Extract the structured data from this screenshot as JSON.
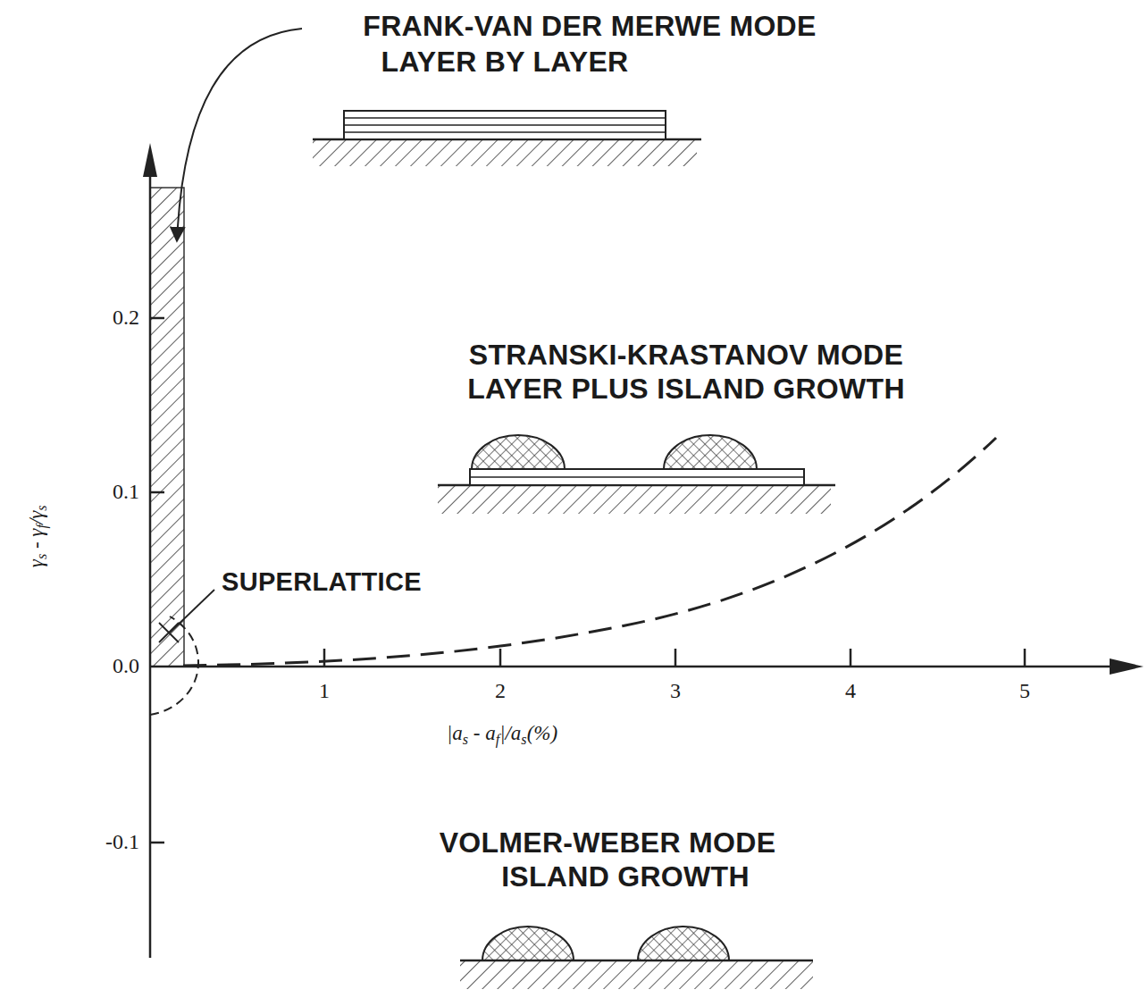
{
  "diagram": {
    "labels": [
      "FRANK-VAN DER MERWE MODE",
      "LAYER BY LAYER",
      "STRANSKI-KRASTANOV MODE",
      "LAYER PLUS ISLAND GROWTH",
      "SUPERLATTICE",
      "VOLMER-WEBER MODE",
      "ISLAND GROWTH",
      "0.2",
      "0.1",
      "0.0",
      "-0.1",
      "1",
      "2",
      "3",
      "4",
      "5",
      "|as - af|/as(%)",
      "γs - γf/γs"
    ]
  }
}
